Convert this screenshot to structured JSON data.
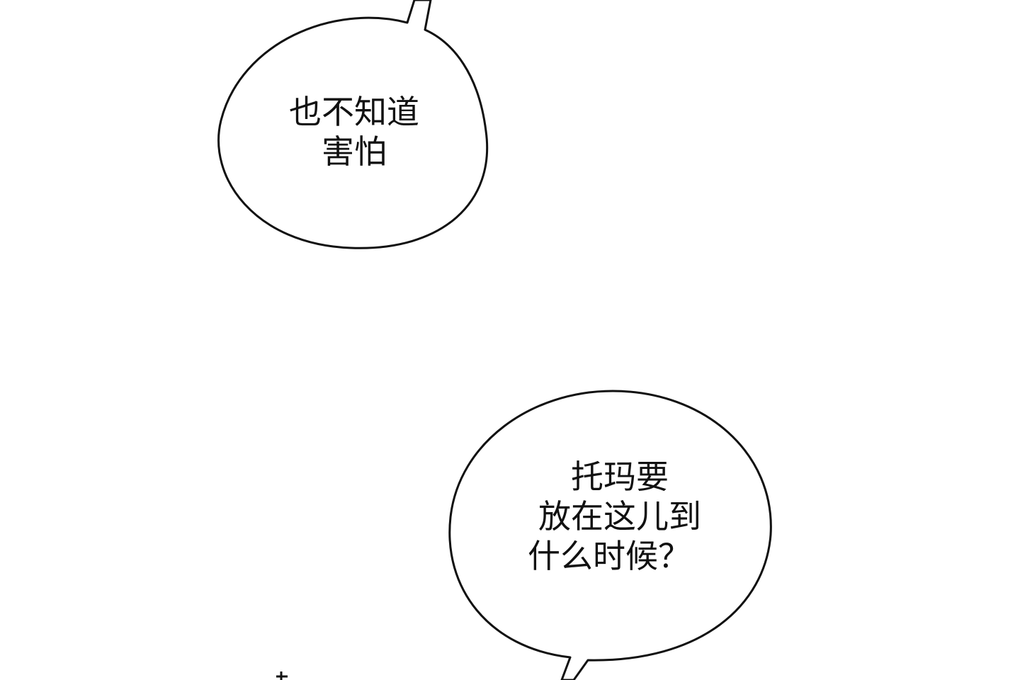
{
  "speech_bubbles": [
    {
      "lines": [
        "也不知道",
        "害怕"
      ],
      "tail_direction": "up"
    },
    {
      "lines": [
        "托玛要",
        "放在这儿到",
        "什么时候？"
      ],
      "tail_direction": "down"
    }
  ],
  "colors": {
    "background": "#ffffff",
    "bubble_fill": "#ffffff",
    "outline": "#111111",
    "text": "#111111"
  }
}
